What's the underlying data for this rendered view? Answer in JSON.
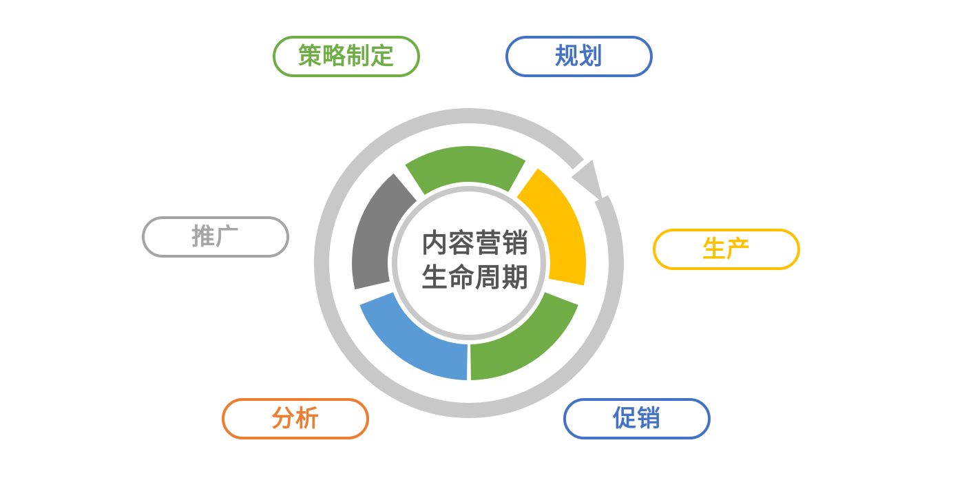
{
  "center": {
    "line1": "内容营销",
    "line2": "生命周期"
  },
  "stages": [
    {
      "label": "策略制定",
      "color": "#70AD47"
    },
    {
      "label": "规划",
      "color": "#4472C4"
    },
    {
      "label": "生产",
      "color": "#FFC000"
    },
    {
      "label": "促销",
      "color": "#4472C4"
    },
    {
      "label": "分析",
      "color": "#ED7D31"
    },
    {
      "label": "推广",
      "color": "#A5A5A5"
    }
  ],
  "ring_colors": {
    "outer_arrow": "#C8C8C8",
    "inner_circle": "#C8C8C8",
    "segment_top": "#70AD47",
    "segment_right": "#FFC000",
    "segment_bottom_right": "#70AD47",
    "segment_bottom_left": "#5B9BD5",
    "segment_left": "#7F7F7F"
  },
  "icons": [
    "cycle-arrow-icon"
  ]
}
